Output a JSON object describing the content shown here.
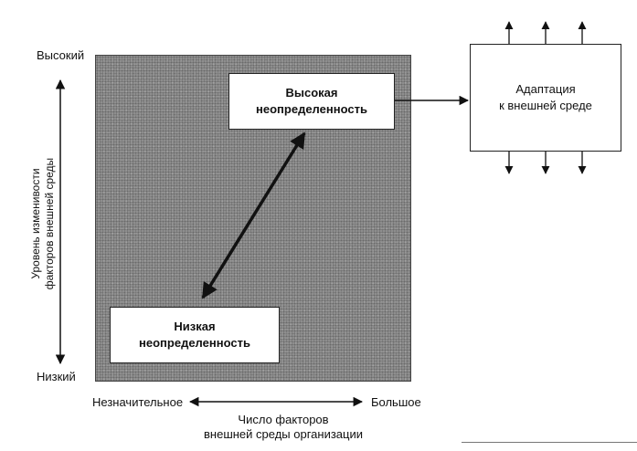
{
  "axis": {
    "y_high": "Высокий",
    "y_low": "Низкий",
    "y_title_line1": "Уровень изменивости",
    "y_title_line2": "факторов внешней среды",
    "x_low": "Незначительное",
    "x_high": "Большое",
    "x_title_line1": "Число факторов",
    "x_title_line2": "внешней среды организации"
  },
  "boxes": {
    "high_line1": "Высокая",
    "high_line2": "неопределенность",
    "low_line1": "Низкая",
    "low_line2": "неопределенность",
    "adapt_line1": "Адаптация",
    "adapt_line2": "к внешней среде"
  },
  "colors": {
    "field": "#8e8e8e",
    "ink": "#111111"
  }
}
